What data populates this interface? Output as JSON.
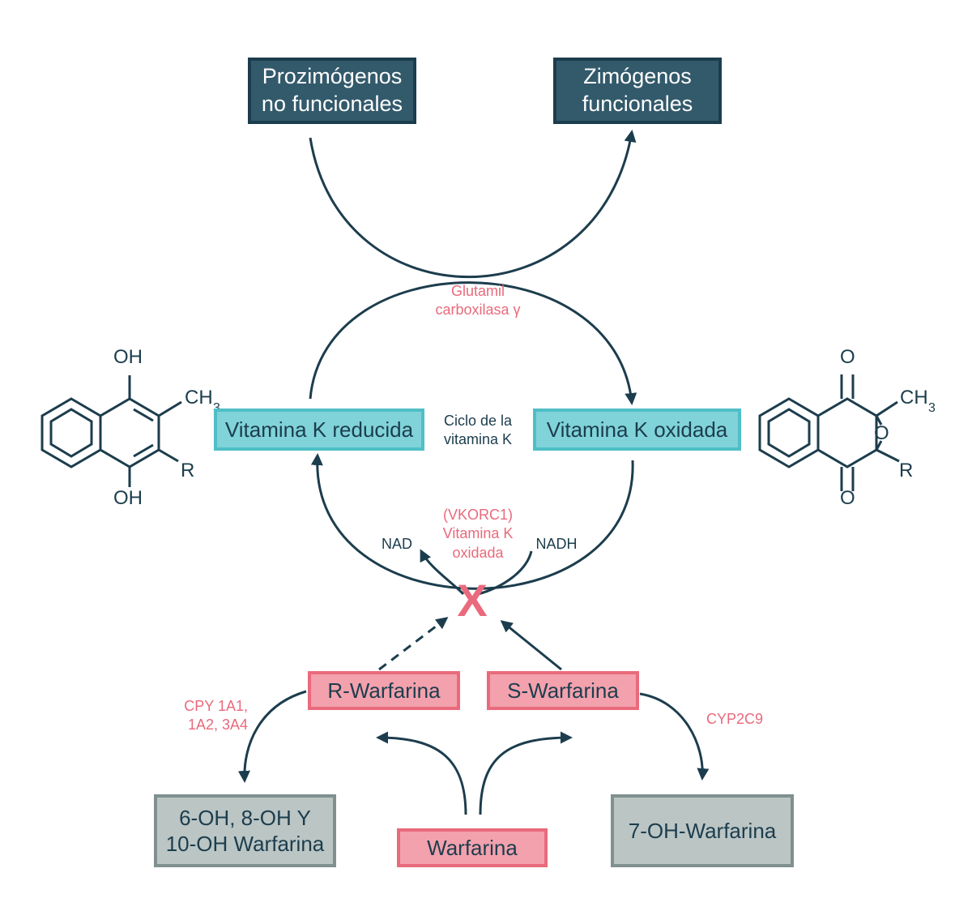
{
  "boxes": {
    "prozimogenos": [
      "Prozimógenos",
      "no funcionales"
    ],
    "zimogenos": [
      "Zimógenos",
      "funcionales"
    ],
    "vk_reducida": "Vitamina K reducida",
    "vk_oxidada": "Vitamina K oxidada",
    "r_warfarina": "R-Warfarina",
    "s_warfarina": "S-Warfarina",
    "metab_r": [
      "6-OH, 8-OH Y",
      "10-OH Warfarina"
    ],
    "metab_s": "7-OH-Warfarina",
    "warfarina": "Warfarina"
  },
  "labels": {
    "glutamil": [
      "Glutamil",
      "carboxilasa γ"
    ],
    "ciclo": [
      "Ciclo de la",
      "vitamina K"
    ],
    "vkorc1": [
      "(VKORC1)",
      "Vitamina K",
      "oxidada"
    ],
    "nad": "NAD",
    "nadh": "NADH",
    "cpy": [
      "CPY 1A1,",
      "1A2, 3A4"
    ],
    "cyp2c9": "CYP2C9",
    "inhibit_mark": "X"
  },
  "structures": {
    "reduced": {
      "top": "OH",
      "bottom": "OH",
      "methyl": "CH",
      "methyl_sub": "3",
      "r_group": "R"
    },
    "oxidized": {
      "top": "O",
      "bottom": "O",
      "epoxide": "O",
      "methyl": "CH",
      "methyl_sub": "3",
      "r_group": "R"
    }
  },
  "colors": {
    "navy": "#1c3d4d",
    "dark_box": "#335a6b",
    "cyan_box": "#80d3d9",
    "cyan_border": "#4fbfc7",
    "pink_box": "#f3a1ad",
    "pink_accent": "#e96a7c",
    "gray_box": "#bac5c4",
    "gray_border": "#7f908f"
  }
}
